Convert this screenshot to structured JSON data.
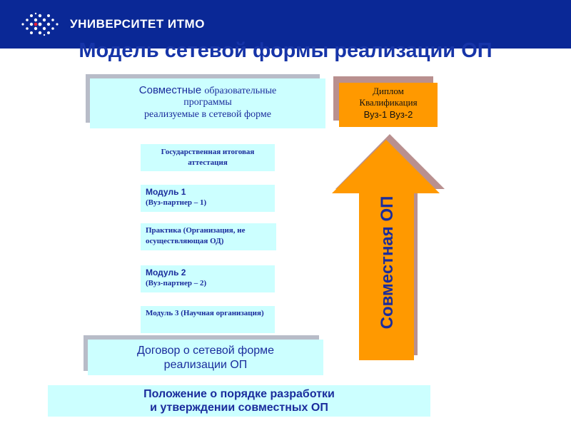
{
  "header": {
    "logo_text": "УНИВЕРСИТЕТ ИТМО",
    "background": "#0a2896"
  },
  "title": "Модель сетевой формы реализации ОП",
  "sop_box": {
    "line1_sans": "Совместные ",
    "line1_serif": "образовательные",
    "line2": "программы",
    "line3": "реализуемые в сетевой форме"
  },
  "diploma_box": {
    "line1": "Диплом",
    "line2": "Квалификация",
    "line3": "Вуз-1 Вуз-2",
    "color": "#ff9900"
  },
  "stack_boxes": {
    "gia": "Государственная итоговая аттестация",
    "module1_title": "Модуль 1",
    "module1_sub": "(Вуз-партнер – 1)",
    "practice": "Практика (Организация, не осуществляющая ОД)",
    "module2_title": "Модуль 2",
    "module2_sub": "(Вуз-партнер – 2)",
    "module3": "Модуль 3 (Научная организация)",
    "color": "#ccffff"
  },
  "contract_box": {
    "line1": "Договор о сетевой форме",
    "line2": "реализации ОП"
  },
  "position_box": {
    "line1": "Положение о порядке разработки",
    "line2": "и утверждении совместных ОП"
  },
  "arrow": {
    "label": "Совместная ОП",
    "color": "#ff9900",
    "shadow_color": "#b9908f"
  }
}
